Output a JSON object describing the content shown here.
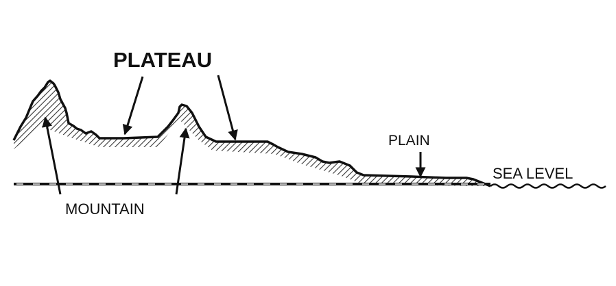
{
  "labels": {
    "plateau": "PLATEAU",
    "mountain": "MOUNTAIN",
    "plain": "PLAIN",
    "sea_level": "SEA LEVEL"
  },
  "colors": {
    "ink": "#111111",
    "background": "#ffffff"
  }
}
